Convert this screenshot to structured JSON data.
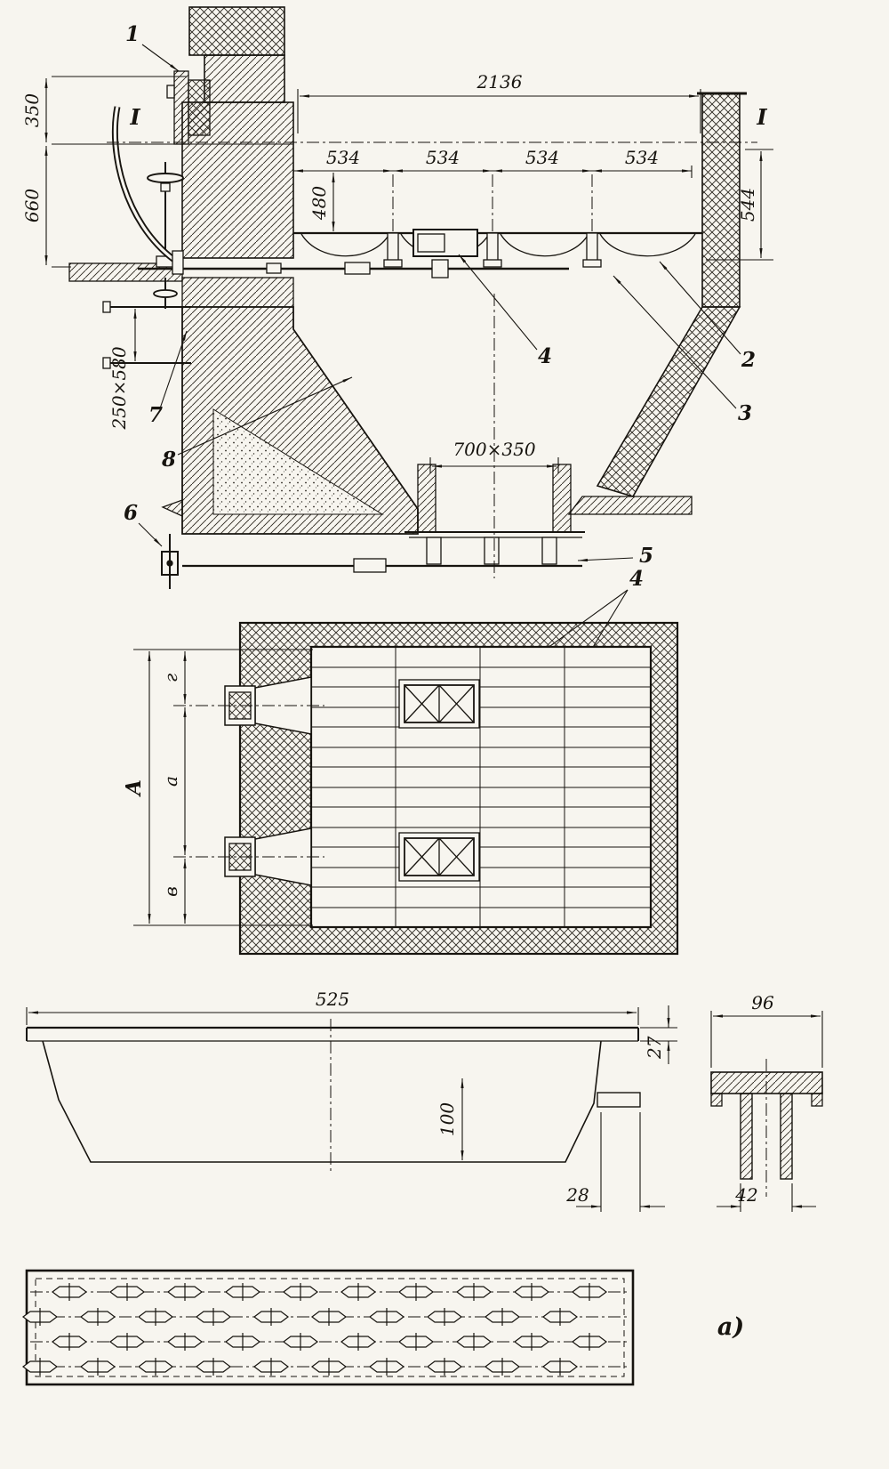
{
  "section": {
    "marks": {
      "left": "I",
      "right": "I"
    },
    "parts": {
      "p1": "1",
      "p2": "2",
      "p3": "3",
      "p4": "4",
      "p5": "5",
      "p6": "6",
      "p7": "7",
      "p8": "8",
      "p4_plan": "4"
    },
    "dims": {
      "total": "2136",
      "seg": [
        "534",
        "534",
        "534",
        "534"
      ],
      "depth480": "480",
      "h544": "544",
      "h350": "350",
      "h660": "660",
      "duct": "250×580",
      "ash": "700×350"
    }
  },
  "plan": {
    "dims": {
      "overall": "А",
      "g": "г",
      "a": "а",
      "v": "в"
    }
  },
  "bar": {
    "dims": {
      "length": "525",
      "t27": "27",
      "h100": "100",
      "w28": "28",
      "w96": "96",
      "s42": "42"
    },
    "caption": "а)"
  }
}
